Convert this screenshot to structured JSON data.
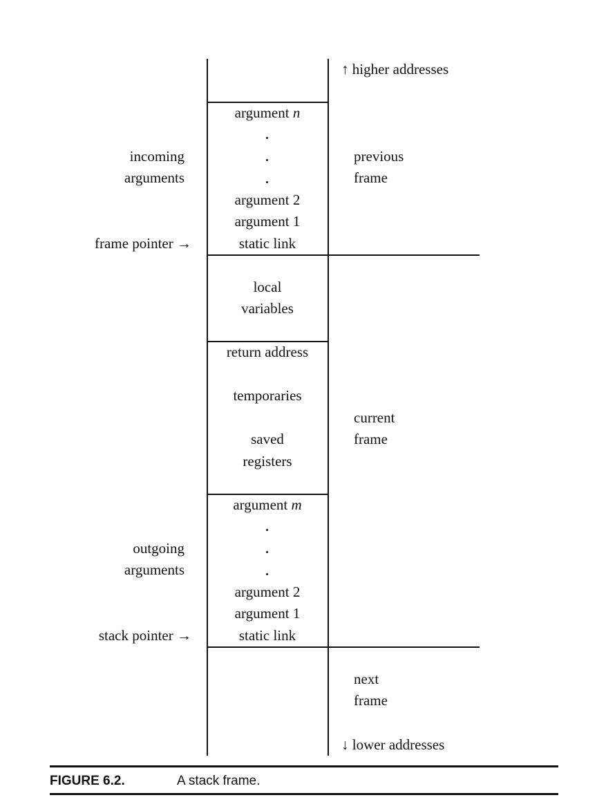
{
  "top": {
    "higher_addresses": "↑ higher addresses"
  },
  "previous_frame": {
    "side_label_line1": "incoming",
    "side_label_line2": "arguments",
    "frame_pointer": "frame pointer →",
    "cells": {
      "argument_n_prefix": "argument",
      "argument_n_var": "n",
      "argument_2": "argument 2",
      "argument_1": "argument 1",
      "static_link": "static link"
    },
    "label_line1": "previous",
    "label_line2": "frame"
  },
  "current_frame": {
    "locals_line1": "local",
    "locals_line2": "variables",
    "return_address": "return address",
    "temporaries": "temporaries",
    "saved_line1": "saved",
    "saved_line2": "registers",
    "label_line1": "current",
    "label_line2": "frame",
    "side_label_line1": "outgoing",
    "side_label_line2": "arguments",
    "stack_pointer": "stack pointer →",
    "cells": {
      "argument_m_prefix": "argument",
      "argument_m_var": "m",
      "argument_2": "argument 2",
      "argument_1": "argument 1",
      "static_link": "static link"
    }
  },
  "next_frame": {
    "label_line1": "next",
    "label_line2": "frame",
    "lower_addresses": "↓ lower addresses"
  },
  "caption": {
    "label": "FIGURE 6.2.",
    "text": "A stack frame."
  }
}
